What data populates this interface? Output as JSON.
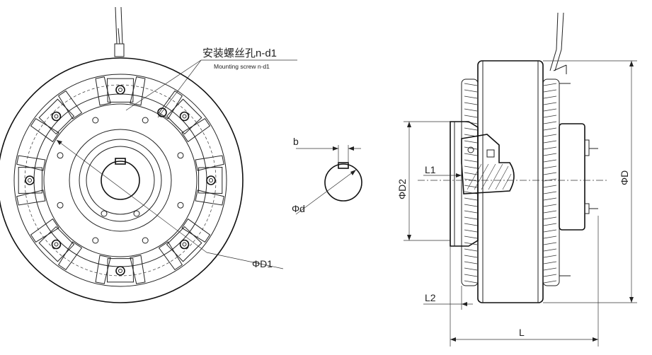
{
  "labels": {
    "mounting_cn": "安装螺丝孔n-d1",
    "mounting_en": "Mounting screw n-d1",
    "dim_D1": "ΦD1",
    "dim_b": "b",
    "dim_d": "Φd",
    "dim_D2": "ΦD2",
    "dim_D": "ΦD",
    "dim_L1": "L1",
    "dim_L2": "L2",
    "dim_L": "L"
  }
}
